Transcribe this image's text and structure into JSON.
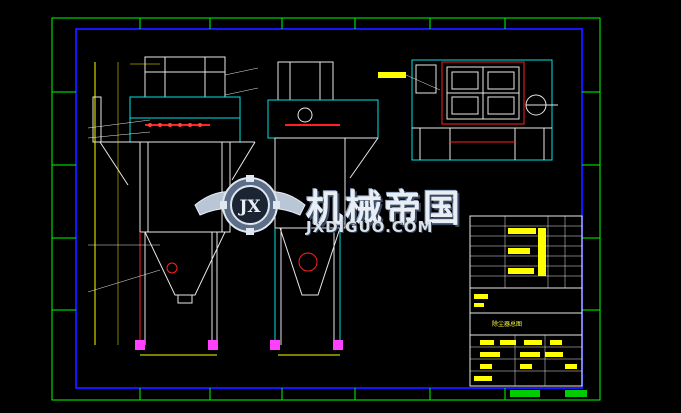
{
  "watermark": {
    "logo_letters": "JX",
    "name": "机械帝国",
    "url": "JXDIGUO.COM"
  },
  "title_block": {
    "drawing_title": "除尘器总图"
  },
  "colors": {
    "border_green": "#00ff00",
    "frame_blue": "#1010ff",
    "line_white": "#e8e8e8",
    "line_cyan": "#00e5e5",
    "line_yellow": "#ffff00",
    "line_red": "#ff2020",
    "line_magenta": "#ff40ff",
    "background": "#000000"
  }
}
